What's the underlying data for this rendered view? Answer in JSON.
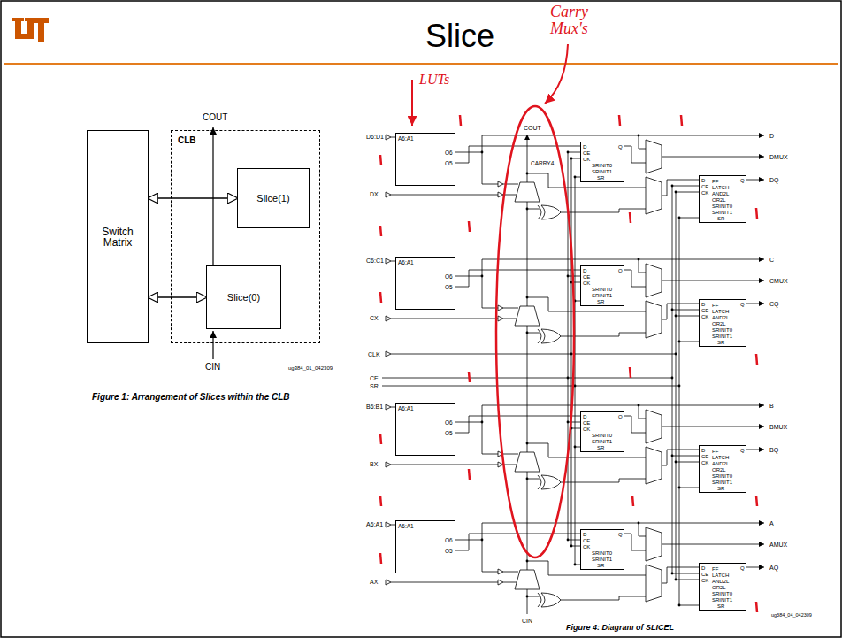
{
  "diagram": {
    "title": "Slice",
    "nodes": [
      {
        "text": [
          "Switch Matrix"
        ]
      },
      {
        "text": [
          "CLB"
        ]
      },
      {
        "text": [
          "Slice(1)"
        ],
        "in": 1
      },
      {
        "text": [
          "Slice(0)"
        ],
        "in": 1
      },
      {
        "text": [
          "A6:A1",
          "O6",
          "O5"
        ]
      },
      {
        "text": [
          "D",
          "CE",
          "CK",
          "SRINIT0",
          "SRINIT1",
          "SR",
          "Q"
        ]
      },
      {
        "text": [
          "D",
          "CE",
          "CK",
          "FF",
          "LATCH",
          "AND2L",
          "OR2L",
          "SRINIT0",
          "SRINIT1",
          "SR",
          "Q"
        ]
      },
      {
        "text": [
          "A6:A1",
          "O6",
          "O5"
        ]
      },
      {
        "text": [
          "D",
          "CE",
          "CK",
          "SRINIT0",
          "SRINIT1",
          "SR",
          "Q"
        ]
      },
      {
        "text": [
          "D",
          "CE",
          "CK",
          "FF",
          "LATCH",
          "AND2L",
          "OR2L",
          "SRINIT0",
          "SRINIT1",
          "SR",
          "Q"
        ]
      },
      {
        "text": [
          "A6:A1",
          "O6",
          "O5"
        ]
      },
      {
        "text": [
          "D",
          "CE",
          "CK",
          "SRINIT0",
          "SRINIT1",
          "SR",
          "Q"
        ]
      },
      {
        "text": [
          "D",
          "CE",
          "CK",
          "FF",
          "LATCH",
          "AND2L",
          "OR2L",
          "SRINIT0",
          "SRINIT1",
          "SR",
          "Q"
        ]
      },
      {
        "text": [
          "A6:A1",
          "O6",
          "O5"
        ]
      },
      {
        "text": [
          "D",
          "CE",
          "CK",
          "SRINIT0",
          "SRINIT1",
          "SR",
          "Q"
        ]
      },
      {
        "text": [
          "D",
          "CE",
          "CK",
          "FF",
          "LATCH",
          "AND2L",
          "OR2L",
          "SRINIT0",
          "SRINIT1",
          "SR",
          "Q"
        ]
      }
    ],
    "edges": [
      {
        "from": 0,
        "to": 2,
        "arrow": "both"
      },
      {
        "from": 0,
        "to": 3,
        "arrow": "both"
      }
    ],
    "labels": [
      "COUT",
      "CIN",
      "ug384_01_042309",
      "Figure 1: Arrangement of Slices within the CLB",
      "LUTs",
      "Carry Mux's",
      "COUT",
      "CARRY4",
      "D6:D1",
      "DX",
      "C6:C1",
      "CX",
      "CLK",
      "CE",
      "SR",
      "B6:B1",
      "BX",
      "A6:A1",
      "AX",
      "CIN",
      "D",
      "DMUX",
      "DQ",
      "C",
      "CMUX",
      "CQ",
      "B",
      "BMUX",
      "BQ",
      "A",
      "AMUX",
      "AQ",
      "ug384_04_042309",
      "Figure 4: Diagram of SLICEL"
    ]
  }
}
